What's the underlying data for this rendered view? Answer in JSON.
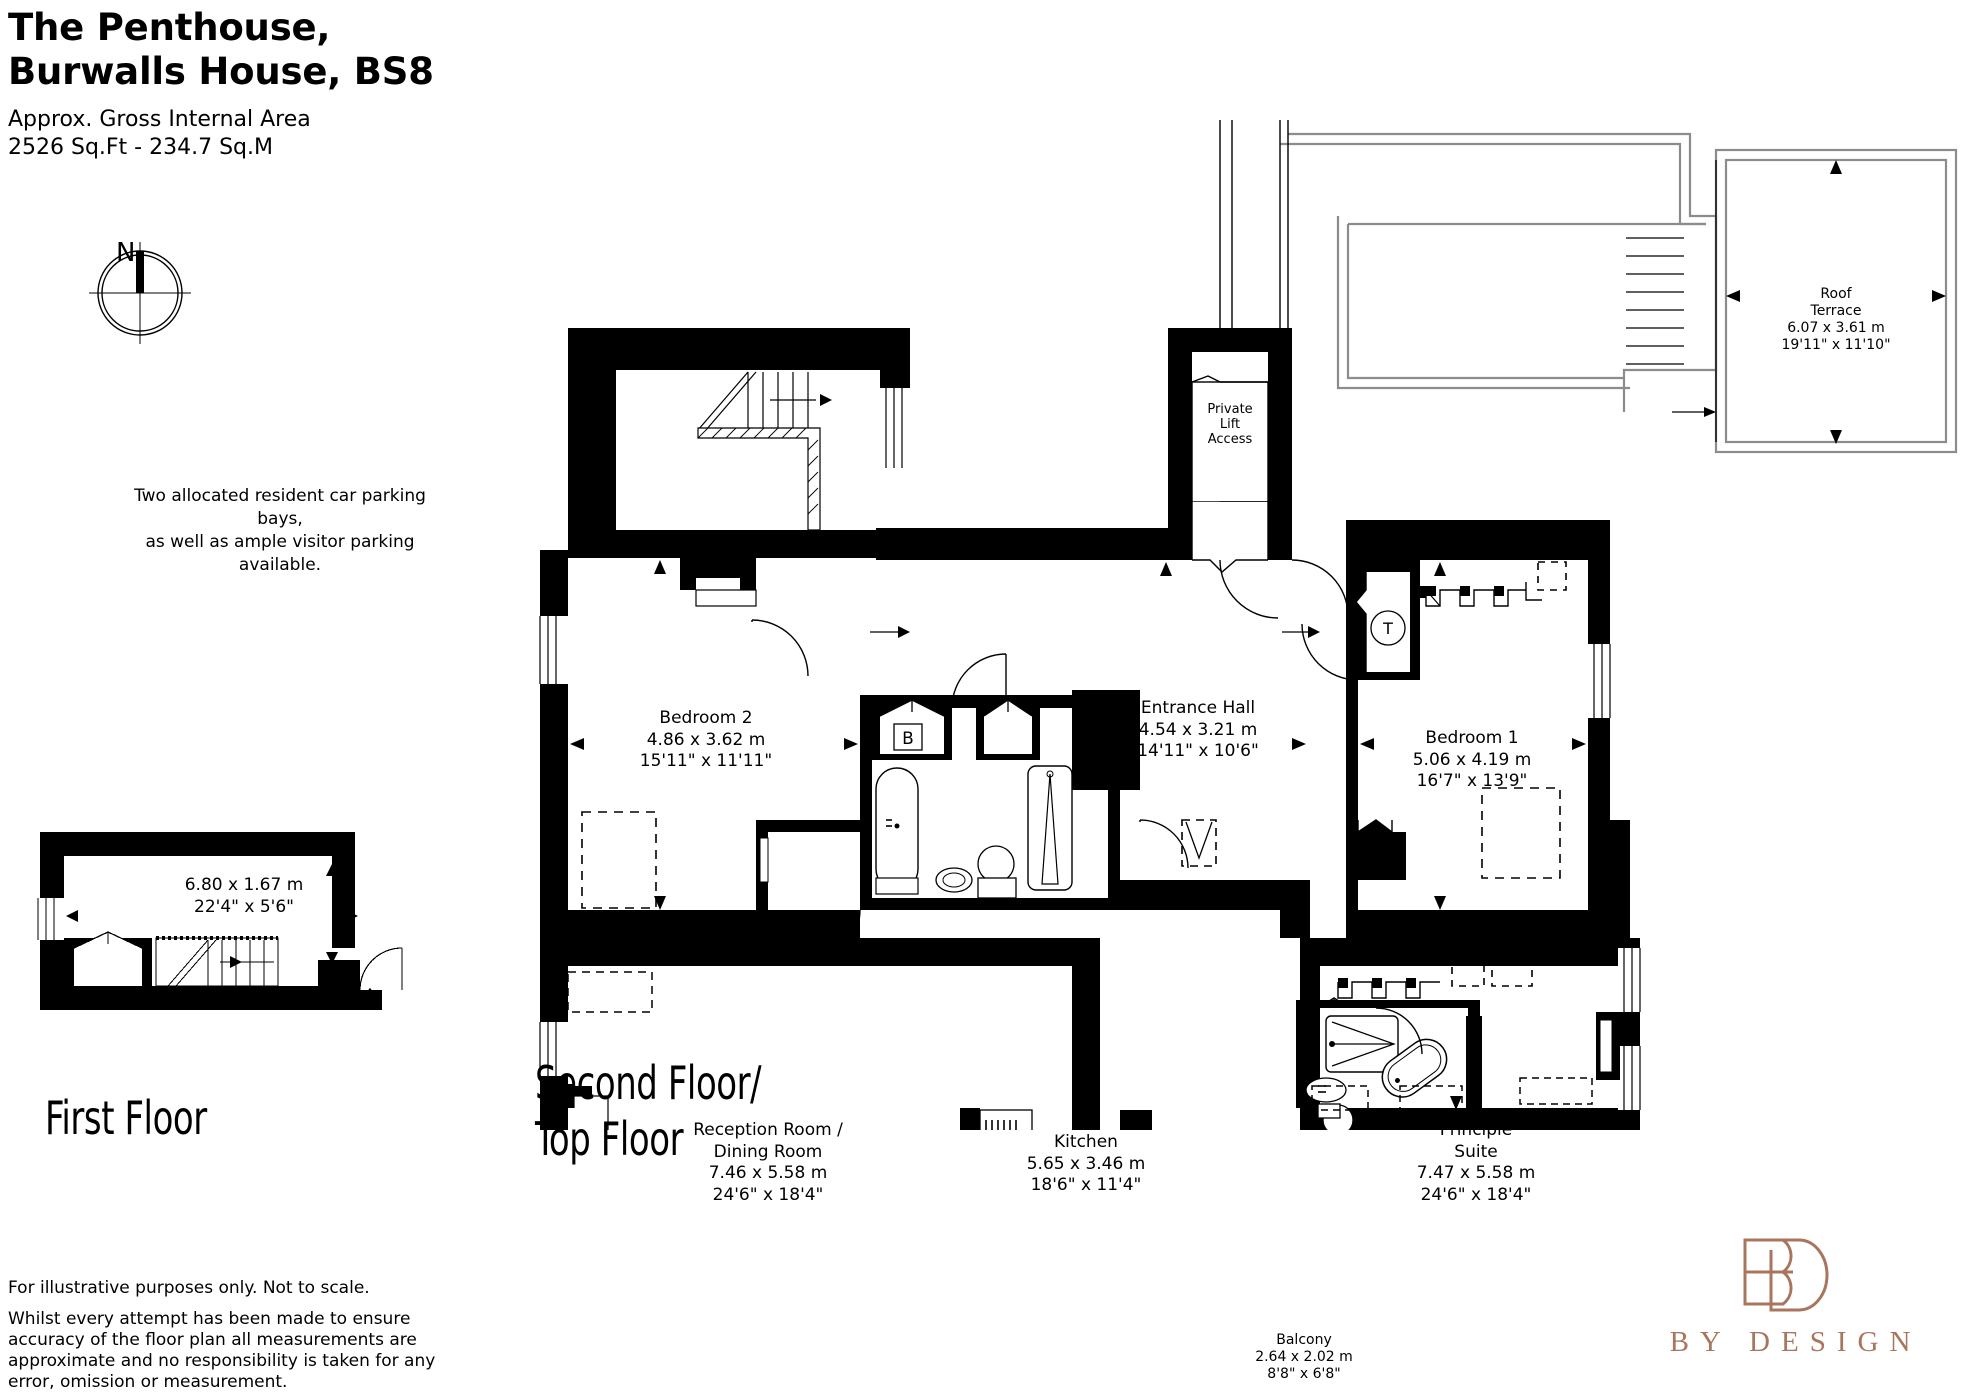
{
  "header": {
    "title_line_1": "The Penthouse,",
    "title_line_2": "Burwalls House, BS8",
    "area_line_1": "Approx. Gross Internal Area",
    "area_line_2": "2526 Sq.Ft - 234.7 Sq.M"
  },
  "compass": {
    "label": "N",
    "icon": "compass-north-icon"
  },
  "parking_note": {
    "line_1": "Two allocated resident car parking bays,",
    "line_2": "as well as ample visitor parking available."
  },
  "floors": {
    "first": {
      "caption": "First Floor",
      "rooms": [
        {
          "id": "first-floor-landing",
          "name": "",
          "metric": "6.80 x 1.67 m",
          "imperial": "22'4\" x 5'6\""
        }
      ]
    },
    "second": {
      "caption_line_1": "Second Floor/",
      "caption_line_2": "Top Floor",
      "rooms": [
        {
          "id": "roof-terrace",
          "name_line_1": "Roof",
          "name_line_2": "Terrace",
          "metric": "6.07 x 3.61 m",
          "imperial": "19'11\" x 11'10\""
        },
        {
          "id": "private-lift-access",
          "name_line_1": "Private",
          "name_line_2": "Lift",
          "name_line_3": "Access"
        },
        {
          "id": "bedroom-2",
          "name": "Bedroom 2",
          "metric": "4.86 x 3.62 m",
          "imperial": "15'11\" x 11'11\""
        },
        {
          "id": "entrance-hall",
          "name": "Entrance Hall",
          "metric": "4.54 x 3.21 m",
          "imperial": "14'11\" x 10'6\""
        },
        {
          "id": "bedroom-1",
          "name": "Bedroom 1",
          "metric": "5.06 x 4.19 m",
          "imperial": "16'7\" x 13'9\""
        },
        {
          "id": "reception-dining",
          "name_line_1": "Reception Room /",
          "name_line_2": "Dining Room",
          "metric": "7.46 x 5.58 m",
          "imperial": "24'6\" x 18'4\""
        },
        {
          "id": "kitchen",
          "name": "Kitchen",
          "metric": "5.65 x 3.46 m",
          "imperial": "18'6\" x 11'4\""
        },
        {
          "id": "principle-suite",
          "name_line_1": "Principle",
          "name_line_2": "Suite",
          "metric": "7.47 x 5.58 m",
          "imperial": "24'6\" x 18'4\""
        },
        {
          "id": "balcony",
          "name": "Balcony",
          "metric": "2.64 x 2.02 m",
          "imperial": "8'8\" x 6'8\""
        }
      ],
      "markers": {
        "boiler": "B",
        "tank": "T"
      }
    }
  },
  "disclaimer": {
    "line_1": "For illustrative purposes only. Not to scale.",
    "body": "Whilst every attempt has been made to ensure accuracy of the floor plan all measurements are approximate and no responsibility is taken for any error, omission or measurement."
  },
  "logo": {
    "monogram": "BD",
    "wordmark": "BY DESIGN",
    "color": "#a9755c"
  },
  "colors": {
    "wall": "#000000",
    "background": "#ffffff",
    "thin_line": "#000000",
    "terrace_line": "#8c8c8c",
    "brand": "#a9755c"
  }
}
